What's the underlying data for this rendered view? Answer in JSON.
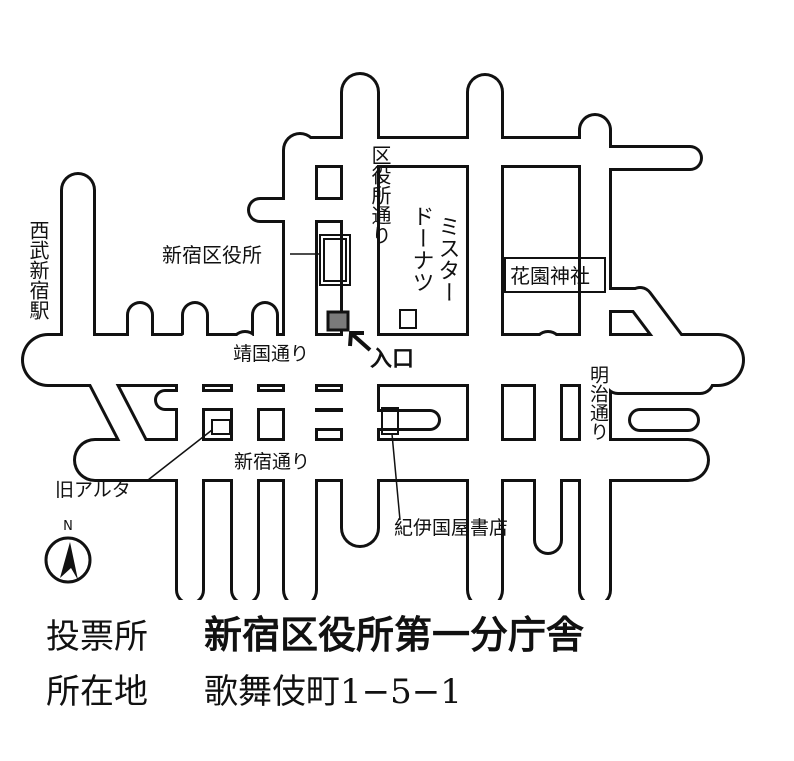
{
  "labels": {
    "ward_office_street": "区役所通り",
    "mister_donut": "ミスタードーナツ",
    "seibu_station": "西武新宿駅",
    "ward_office": "新宿区役所",
    "hanazono": "花園神社",
    "yasukuni": "靖国通り",
    "entrance": "入口",
    "meiji": "明治通り",
    "shinjuku_street": "新宿通り",
    "old_alta": "旧アルタ",
    "kinokuniya": "紀伊国屋書店",
    "north": "N"
  },
  "caption": {
    "polling_key": "投票所",
    "polling_value": "新宿区役所第一分庁舎",
    "address_key": "所在地",
    "address_value": "歌舞伎町1−5−1"
  },
  "colors": {
    "ink": "#111111",
    "road_fill": "#ffffff",
    "entrance_fill": "#7a7a7a"
  }
}
